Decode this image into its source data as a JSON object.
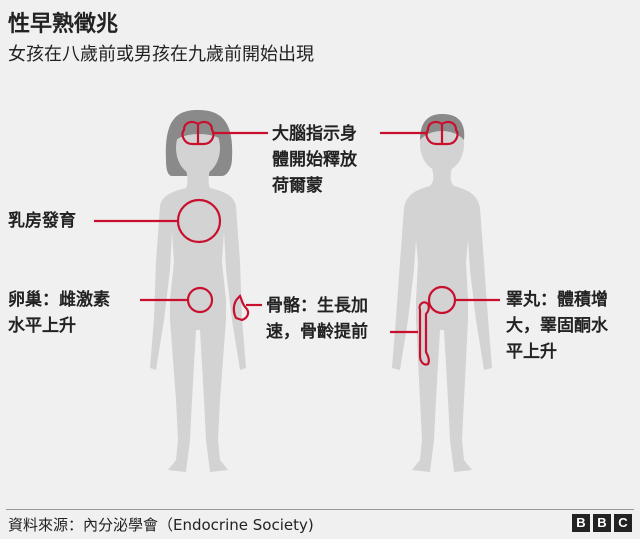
{
  "header": {
    "title": "性早熟徵兆",
    "subtitle": "女孩在八歲前或男孩在九歲前開始出現"
  },
  "labels": {
    "brain": [
      "大腦指示身",
      "體開始釋放",
      "荷爾蒙"
    ],
    "breast": [
      "乳房發育"
    ],
    "ovary": [
      "卵巢：雌激素",
      "水平上升"
    ],
    "bone": [
      "骨骼：生長加",
      "速，骨齡提前"
    ],
    "testes": [
      "睪丸：體積增",
      "大，睪固酮水",
      "平上升"
    ]
  },
  "footer": {
    "source": "資料來源：內分泌學會（Endocrine Society)",
    "logo": [
      "B",
      "B",
      "C"
    ]
  },
  "colors": {
    "accent": "#c8102e",
    "body": "#d3d3d3",
    "hair": "#8a8a8a",
    "background": "#f0f0f0"
  }
}
